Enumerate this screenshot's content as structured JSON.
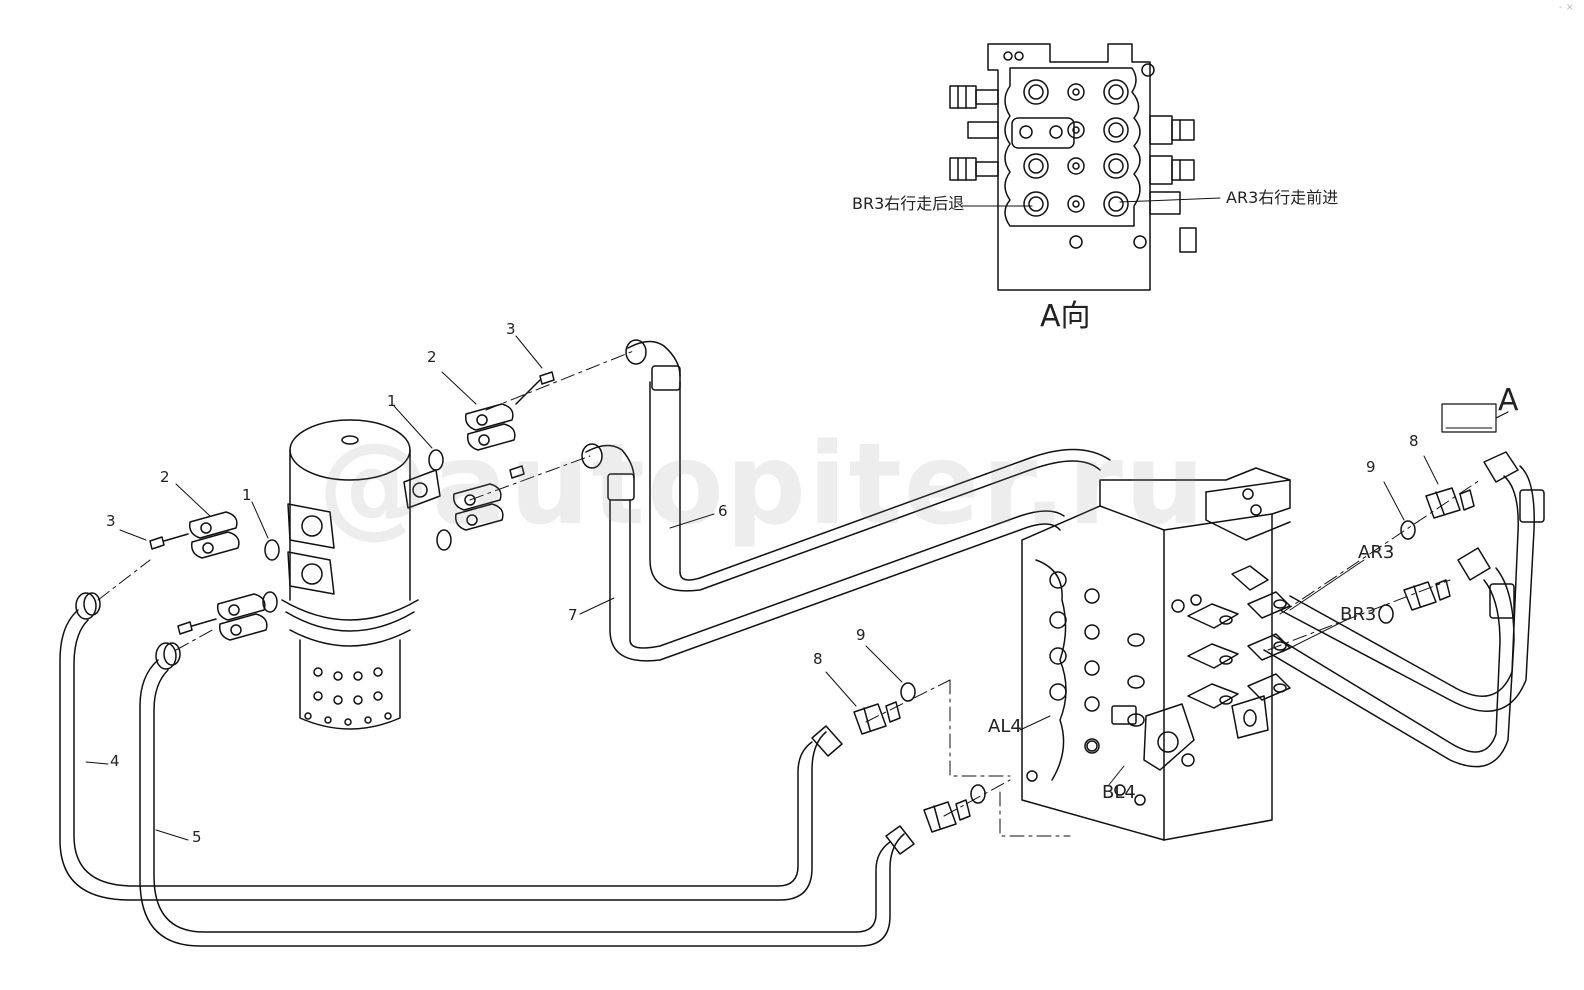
{
  "watermark": "@autopiter.ru",
  "corner_mark": "- ×",
  "view_a": {
    "title": "A向",
    "left_port_label": "BR3右行走后退",
    "right_port_label": "AR3右行走前进"
  },
  "view_marker": "A",
  "ports": {
    "ar3": "AR3",
    "br3": "BR3",
    "al4": "AL4",
    "bl4": "BL4"
  },
  "callouts": {
    "c1a": "1",
    "c1b": "1",
    "c2a": "2",
    "c2b": "2",
    "c3a": "3",
    "c3b": "3",
    "c4": "4",
    "c5": "5",
    "c6": "6",
    "c7": "7",
    "c8a": "8",
    "c8b": "8",
    "c9a": "9",
    "c9b": "9"
  }
}
